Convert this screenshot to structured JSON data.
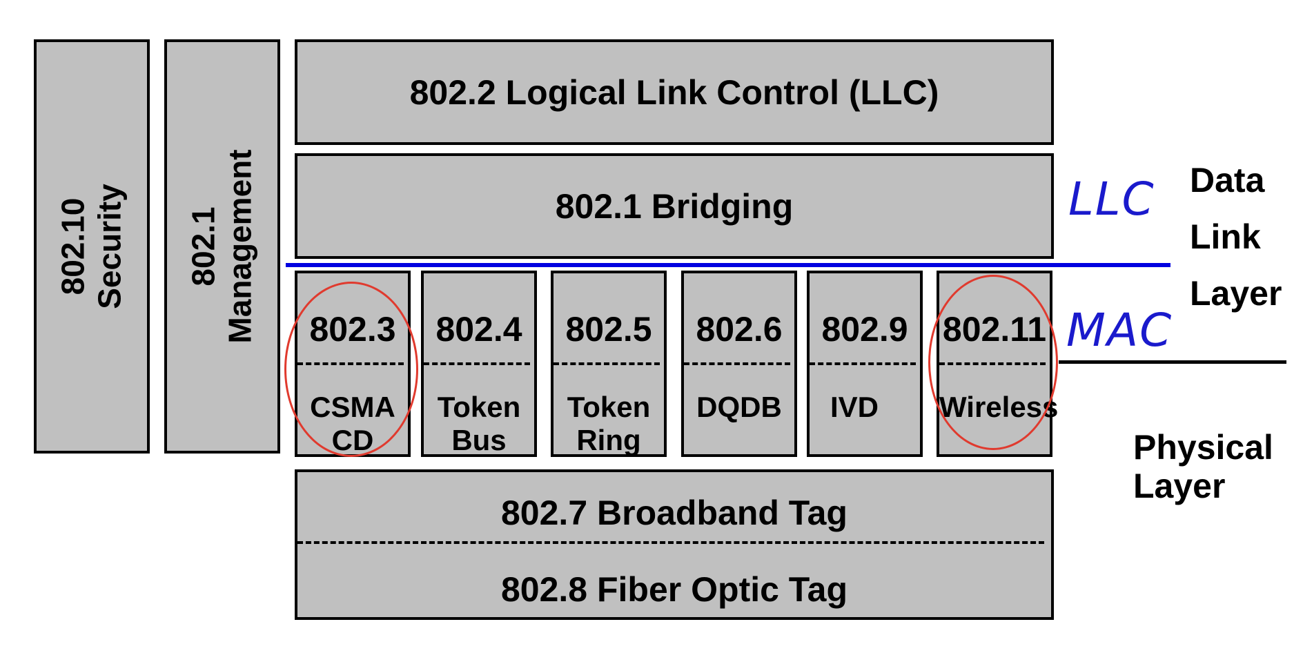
{
  "security_box": {
    "line1": "802.10",
    "line2": "Security"
  },
  "management_box": {
    "line1": "802.1",
    "line2": "Management"
  },
  "llc_box": {
    "label": "802.2 Logical Link Control (LLC)"
  },
  "bridging_box": {
    "label": "802.1 Bridging"
  },
  "mac_boxes": [
    {
      "number": "802.3",
      "desc1": "CSMA",
      "desc2": "CD"
    },
    {
      "number": "802.4",
      "desc1": "Token",
      "desc2": "Bus"
    },
    {
      "number": "802.5",
      "desc1": "Token",
      "desc2": "Ring"
    },
    {
      "number": "802.6",
      "desc1": "DQDB",
      "desc2": ""
    },
    {
      "number": "802.9",
      "desc1": "IVD",
      "desc2": ""
    },
    {
      "number": "802.11",
      "desc1": "Wireless",
      "desc2": ""
    }
  ],
  "physical_box": {
    "row1": "802.7 Broadband Tag",
    "row2": "802.8 Fiber Optic Tag"
  },
  "handwritten": {
    "llc": "LLC",
    "mac": "MAC"
  },
  "side_labels": {
    "data_link": [
      "Data",
      "Link",
      "Layer"
    ],
    "physical": [
      "Physical",
      "Layer"
    ]
  },
  "colors": {
    "box_fill": "#c0c0c0",
    "divider_blue": "#0000e0",
    "handwriting_blue": "#1a1acc",
    "highlight_red": "#e03a2e"
  }
}
